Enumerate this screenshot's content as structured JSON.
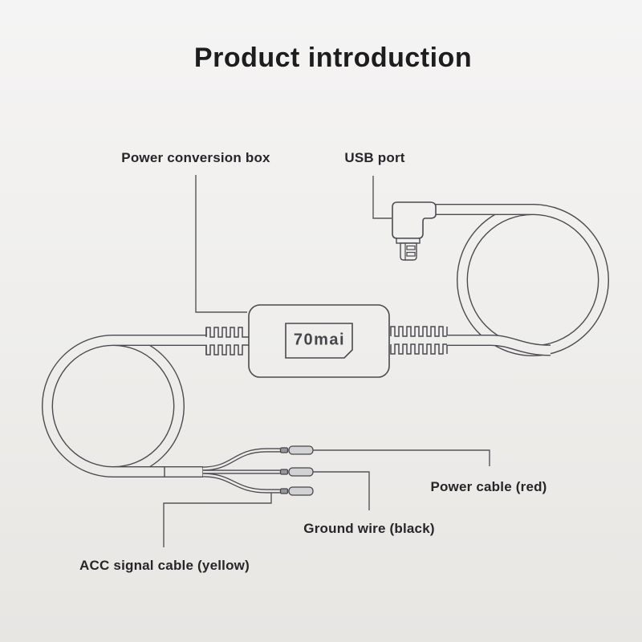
{
  "title": "Product introduction",
  "labels": {
    "conversion_box": "Power conversion box",
    "usb_port": "USB port",
    "power_cable": "Power cable (red)",
    "ground_wire": "Ground wire (black)",
    "acc_cable": "ACC signal cable (yellow)"
  },
  "device": {
    "logo": "70mai"
  },
  "colors": {
    "background_top": "#f5f4f4",
    "background_mid": "#efeeec",
    "background_bottom": "#e8e6e3",
    "line": "#4a4a50",
    "text": "#26262a",
    "terminal_barrel_fill": "#d2d2d5",
    "terminal_crimp_fill": "#96969c"
  }
}
